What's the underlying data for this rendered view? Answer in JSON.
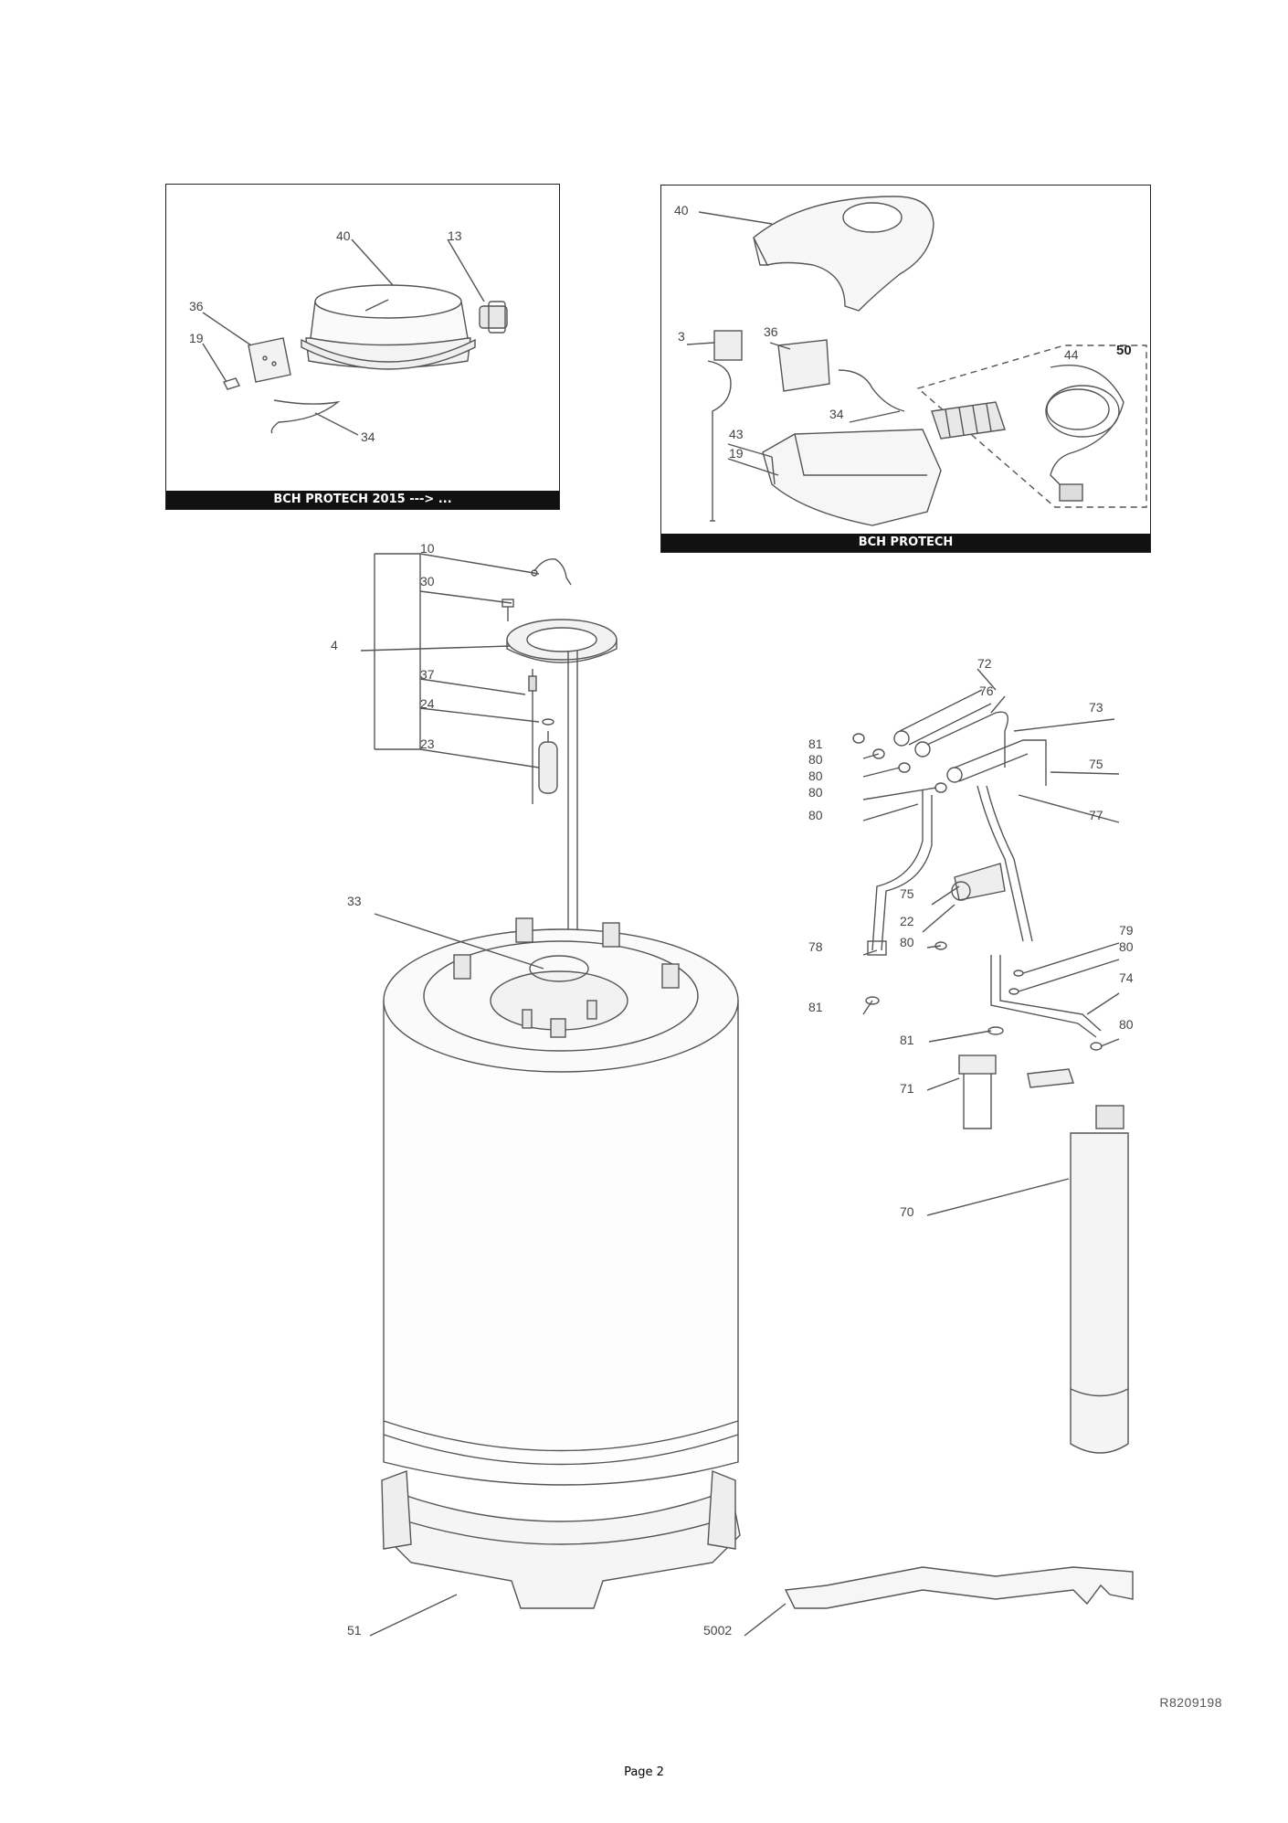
{
  "panels": {
    "left_footer": "BCH PROTECH 2015 ---> ...",
    "right_footer": "BCH PROTECH"
  },
  "labels": {
    "p1_40": "40",
    "p1_13": "13",
    "p1_36": "36",
    "p1_19": "19",
    "p1_34": "34",
    "p2_40": "40",
    "p2_3": "3",
    "p2_36": "36",
    "p2_44": "44",
    "p2_50": "50",
    "p2_34": "34",
    "p2_43": "43",
    "p2_19": "19",
    "m_10": "10",
    "m_30": "30",
    "m_4": "4",
    "m_37": "37",
    "m_24": "24",
    "m_23": "23",
    "m_33": "33",
    "m_51": "51",
    "r_72": "72",
    "r_76": "76",
    "r_73": "73",
    "r_81a": "81",
    "r_80a": "80",
    "r_80b": "80",
    "r_80c": "80",
    "r_75a": "75",
    "r_80d": "80",
    "r_77": "77",
    "r_75b": "75",
    "r_22": "22",
    "r_78": "78",
    "r_80e": "80",
    "r_79": "79",
    "r_80f": "80",
    "r_74": "74",
    "r_81b": "81",
    "r_80g": "80",
    "r_81c": "81",
    "r_71": "71",
    "r_70": "70",
    "r_5002": "5002"
  },
  "reference": "R8209198",
  "page_label": "Page 2"
}
